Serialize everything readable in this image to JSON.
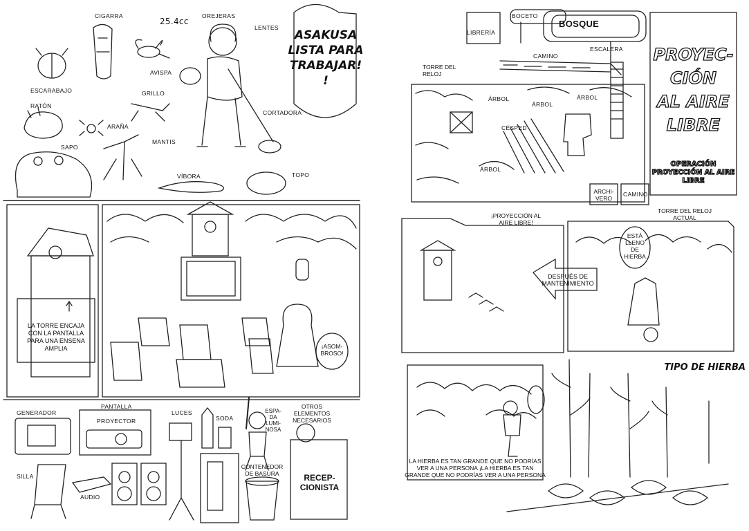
{
  "left_page": {
    "top": {
      "labels": {
        "cigarra": "CIGARRA",
        "cc": "25.4cc",
        "orejeras": "OREJERAS",
        "lentes": "LENTES",
        "avispa": "AVISPA",
        "escarabajo": "ESCARABAJO",
        "grillo": "GRILLO",
        "raton": "RATÓN",
        "arana": "ARAÑA",
        "mantis": "MANTIS",
        "sapo": "SAPO",
        "cortadora": "CORTADORA",
        "vibora": "VÍBORA",
        "topo": "TOPO"
      },
      "headline": [
        "ASAKUSA",
        "LISTA PARA",
        "TRABAJAR!",
        "!"
      ]
    },
    "middle": {
      "sign": [
        "LA TORRE ENCAJA",
        "CON LA PANTALLA",
        "PARA UNA ENSENA",
        "AMPLIA"
      ],
      "bubble": [
        "¡ASOM-",
        "BROSO!"
      ]
    },
    "bottom": {
      "labels": {
        "generador": "GENERADOR",
        "pantalla": "PANTALLA",
        "proyector": "PROYECTOR",
        "luces": "LUCES",
        "soda": "SODA",
        "espada": [
          "ESPA-",
          "DA",
          "LUMI-",
          "NOSA"
        ],
        "otros": [
          "OTROS",
          "ELEMENTOS",
          "NECESARIOS"
        ],
        "silla": "SILLA",
        "audio": "AUDIO",
        "contenedor": [
          "CONTENEDOR",
          "DE BASURA"
        ],
        "recepcionista": [
          "RECEP-",
          "CIONISTA"
        ]
      }
    }
  },
  "right_page": {
    "map": {
      "labels": {
        "libreria": "LIBRERÍA",
        "boceto": "BOCETO",
        "bosque": "BOSQUE",
        "camino_top": "CAMINO",
        "escalera": "ESCALERA",
        "torre": [
          "TORRE DEL",
          "RELOJ"
        ],
        "arbol1": "ÁRBOL",
        "arbol2": "ÁRBOL",
        "arbol3": "ÁRBOL",
        "arbol4": "ÁRBOL",
        "cesped": "CÉSPED",
        "archivero": [
          "ARCHI-",
          "VERO"
        ],
        "camino_bottom": "CAMINO"
      }
    },
    "title": [
      "PROYEC-",
      "CIÓN",
      "AL AIRE",
      "LIBRE"
    ],
    "subtitle": [
      "OPERACIÓN",
      "PROYECCIÓN AL AIRE",
      "LIBRE"
    ],
    "middle": {
      "left_caption": [
        "¡PROYECCIÓN AL",
        "AIRE LIBRE!"
      ],
      "arrow": [
        "DESPUÉS DE",
        "MANTENIMIENTO"
      ],
      "right_caption": [
        "TORRE DEL RELOJ",
        "ACTUAL"
      ],
      "bubble": [
        "ESTÁ",
        "LLENO",
        "DE",
        "HIERBA"
      ]
    },
    "bottom": {
      "heading": "TIPO DE HIERBA",
      "caption": [
        "LA HIERBA ES TAN GRANDE QUE NO PODRÍAS",
        "VER A UNA PERSONA ¡LA HIERBA ES TAN",
        "GRANDE QUE NO PODRÍAS VER A UNA PERSONA"
      ]
    }
  }
}
